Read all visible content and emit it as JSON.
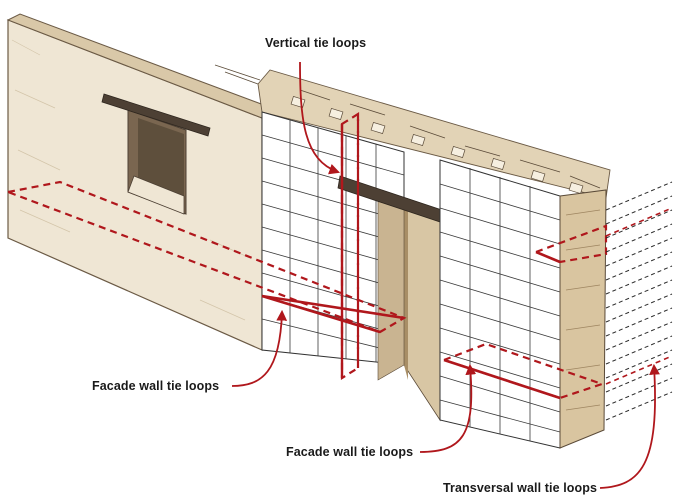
{
  "labels": {
    "vertical": "Vertical tie loops",
    "facade_left": "Facade wall tie loops",
    "facade_center": "Facade wall tie loops",
    "transversal": "Transversal wall tie loops"
  },
  "colors": {
    "tie_loop_red": "#b0171c",
    "wall_render": "#efe6d4",
    "wall_shadow": "#c9b491",
    "wall_cut": "#a88e66",
    "opening_dark": "#5e4f3c",
    "lintel": "#4d4034",
    "grid_line": "#3a3a3a",
    "label_text": "#1a1a1a"
  }
}
